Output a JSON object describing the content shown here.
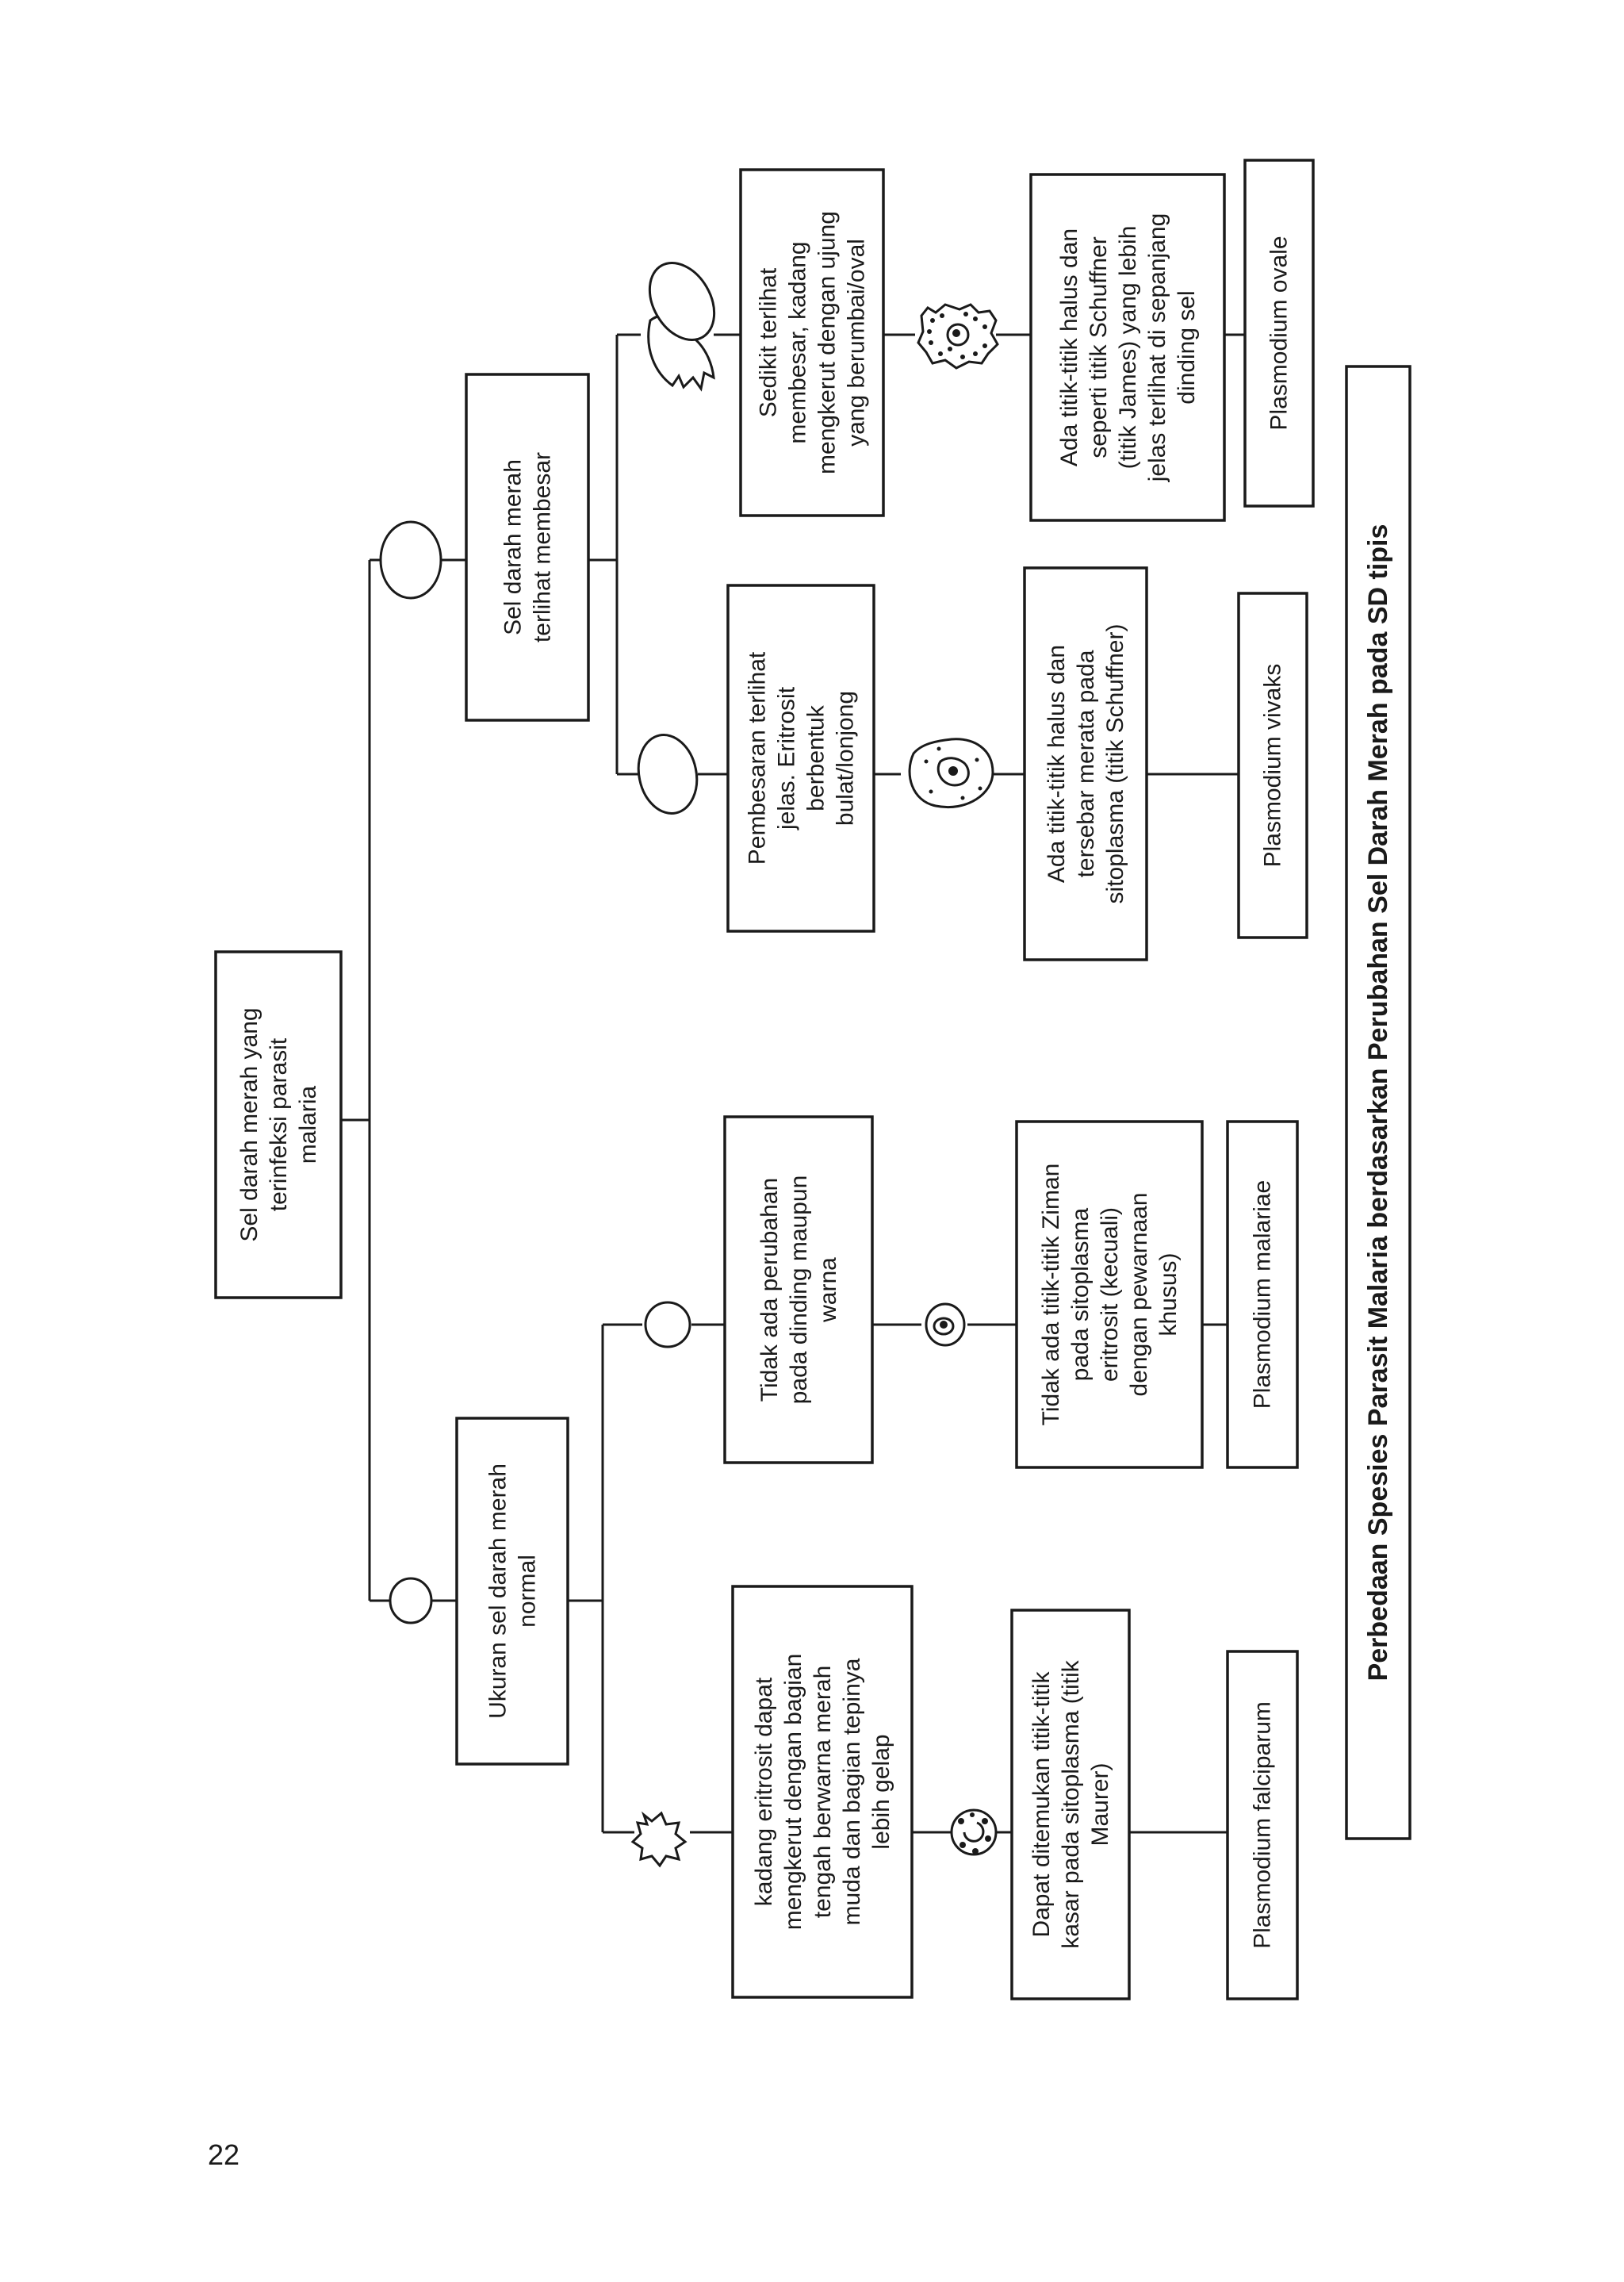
{
  "page_number": "22",
  "caption": "Perbedaan Spesies Parasit Malaria berdasarkan Perubahan Sel Darah Merah pada SD tipis",
  "root": [
    "Sel darah merah yang",
    "terinfeksi parasit",
    "malaria"
  ],
  "normal_size": [
    "Ukuran sel darah merah",
    "normal"
  ],
  "enlarged": [
    "Sel darah merah",
    "terlihat membesar"
  ],
  "falciparum": {
    "change": [
      "kadang eritrosit dapat",
      "mengkerut dengan bagian",
      "tengah berwarna merah",
      "muda dan bagian tepinya",
      "lebih gelap"
    ],
    "dots": [
      "Dapat ditemukan titik-titik",
      "kasar pada sitoplasma (titik",
      "Maurer)"
    ],
    "species": "Plasmodium falciparum"
  },
  "malariae": {
    "change": [
      "Tidak ada perubahan",
      "pada dinding maupun",
      "warna"
    ],
    "dots": [
      "Tidak ada titik-titik Ziman",
      "pada sitoplasma",
      "eritrosit (kecuali)",
      "dengan pewarnaan",
      "khusus)"
    ],
    "species": "Plasmodium malariae"
  },
  "vivax": {
    "change": [
      "Pembesaran terlihat",
      "jelas. Eritrosit",
      "berbentuk",
      "bulat/lonjong"
    ],
    "dots": [
      "Ada titik-titik halus dan",
      "tersebar merata pada",
      "sitoplasma (titik Schuffner)"
    ],
    "species": "Plasmodium vivaks"
  },
  "ovale": {
    "change": [
      "Sedikit terlihat",
      "membesar, kadang",
      "mengkerut dengan ujung",
      "yang berumbai/oval"
    ],
    "dots": [
      "Ada titik-titik halus dan",
      "seperti titik Schuffner",
      "(titik James) yang lebih",
      "jelas terlihat di sepanjang",
      "dinding sel"
    ],
    "species": "Plasmodium ovale"
  }
}
